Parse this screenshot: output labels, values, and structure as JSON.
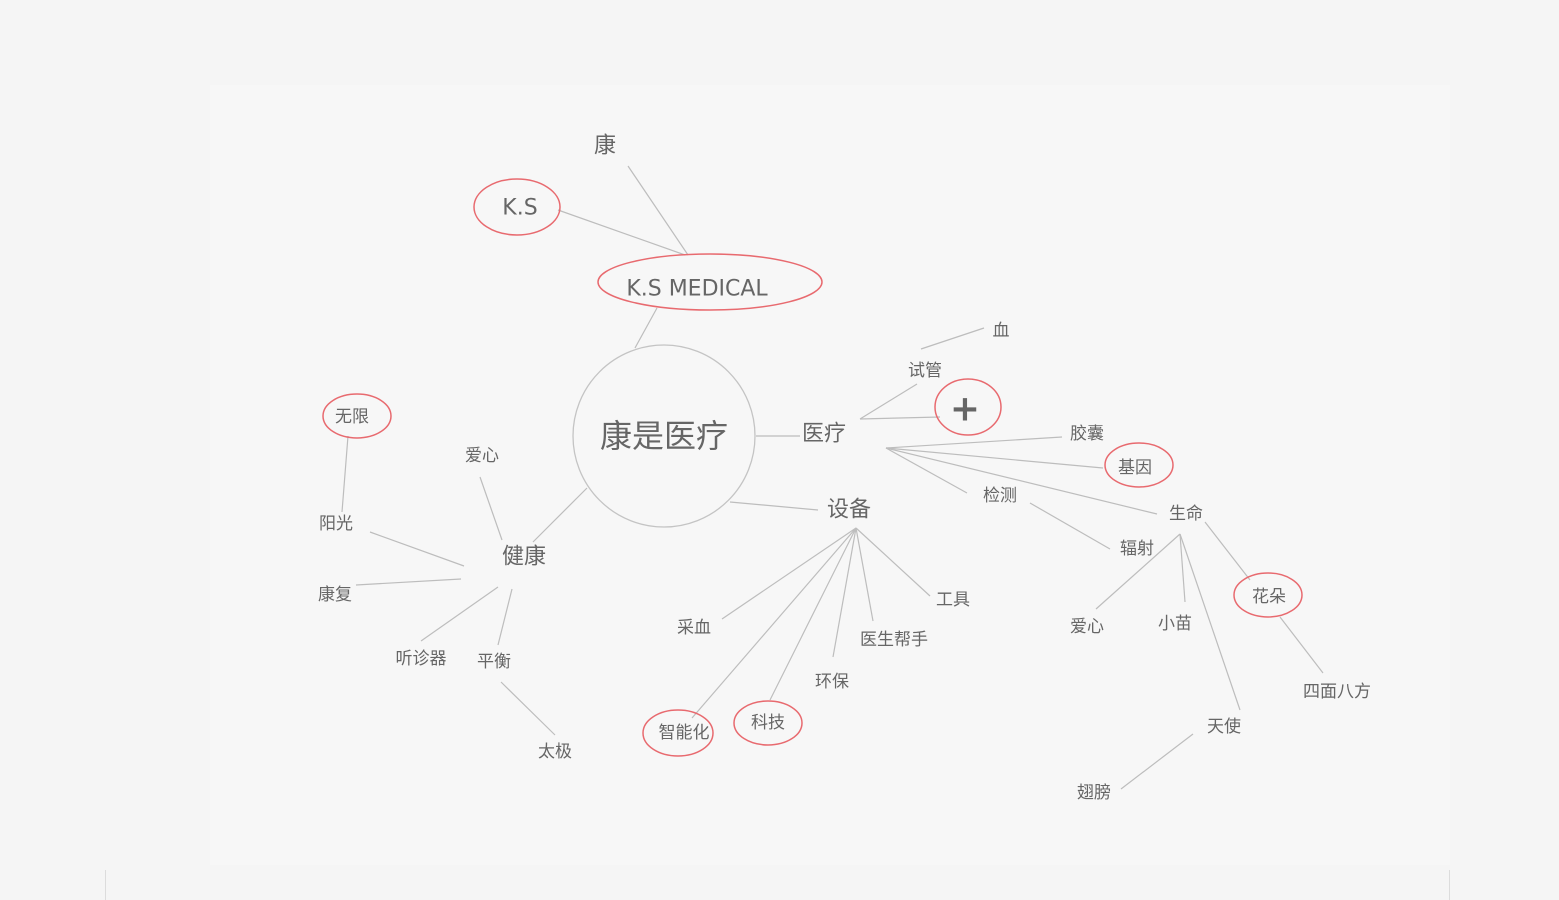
{
  "mindmap": {
    "center": "康是医疗",
    "nodes": [
      "康",
      "K.S",
      "K.S MEDICAL",
      "康是医疗",
      "医疗",
      "设备",
      "健康",
      "血",
      "试管",
      "+",
      "胶囊",
      "基因",
      "检测",
      "生命",
      "辐射",
      "花朵",
      "爱心",
      "小苗",
      "四面八方",
      "天使",
      "翅膀",
      "工具",
      "医生帮手",
      "环保",
      "采血",
      "科技",
      "智能化",
      "爱心",
      "无限",
      "阳光",
      "康复",
      "听诊器",
      "平衡",
      "太极"
    ],
    "highlighted": [
      "K.S",
      "K.S MEDICAL",
      "+",
      "基因",
      "花朵",
      "科技",
      "智能化",
      "无限"
    ]
  },
  "colors": {
    "highlight": "#e86a6f",
    "line": "#bdbdbd",
    "text": "#666666",
    "background": "#f5f5f5"
  }
}
